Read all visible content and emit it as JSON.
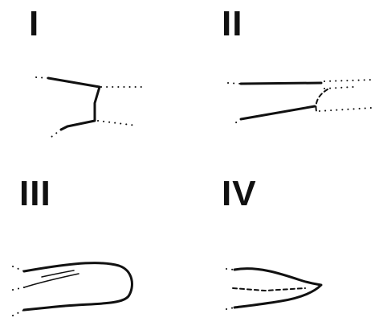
{
  "panels": [
    {
      "label": "I"
    },
    {
      "label": "II"
    },
    {
      "label": "III"
    },
    {
      "label": "IV"
    }
  ],
  "colors": {
    "ink": "#111111",
    "background": "#ffffff"
  }
}
